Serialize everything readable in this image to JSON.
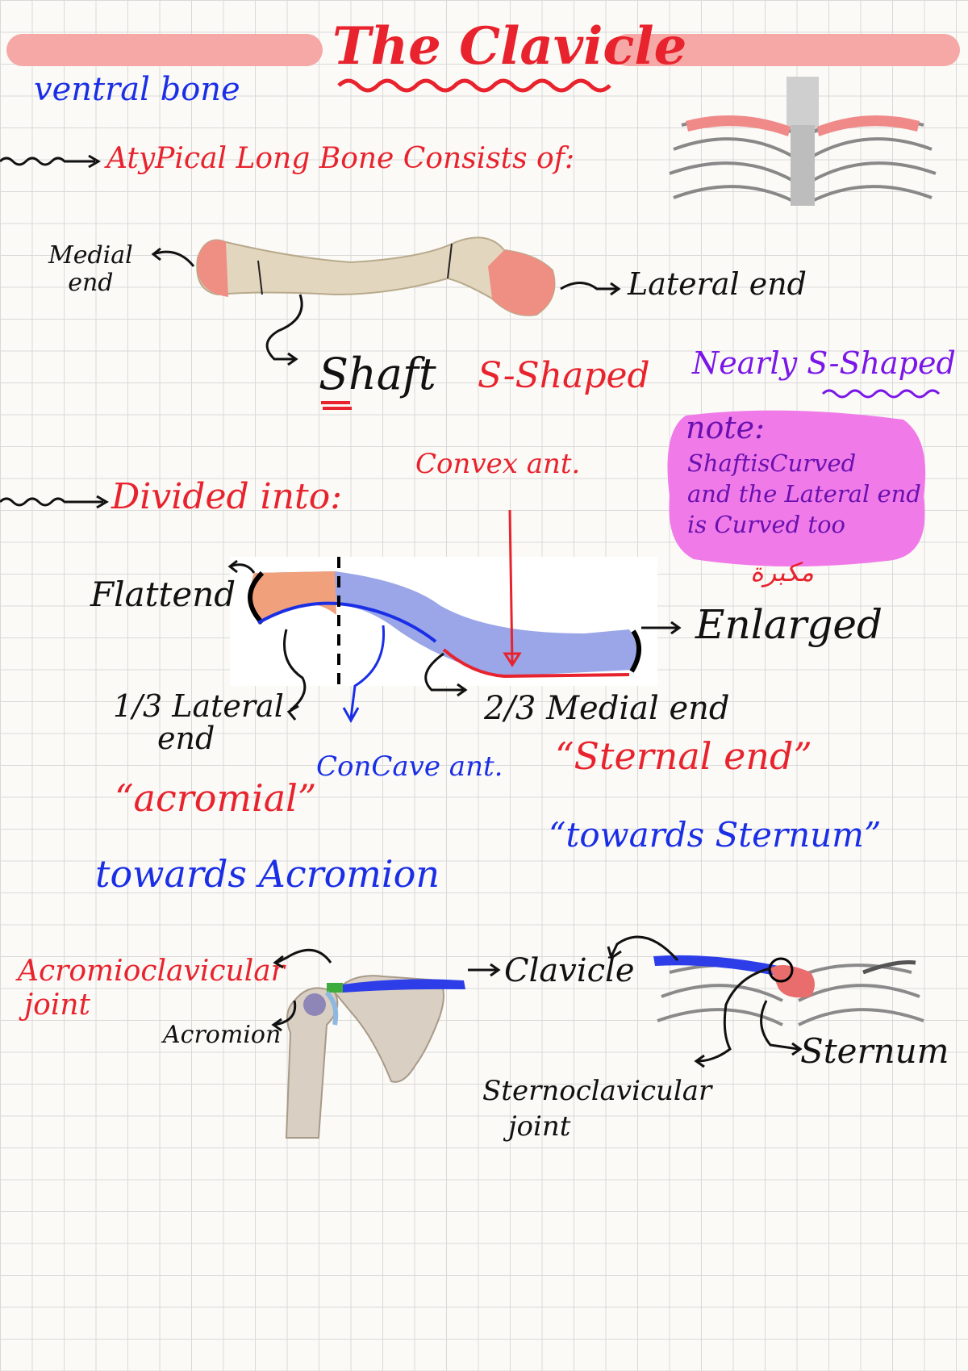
{
  "page": {
    "title": "The Clavicle",
    "ventral": "ventral bone",
    "atypical": "AtyPical Long Bone Consists of:",
    "medial_end": [
      "Medial",
      "end"
    ],
    "lateral_end": "Lateral end",
    "shaft": "Shaft",
    "s_shaped": "S-Shaped",
    "nearly": "Nearly S-Shaped",
    "note": {
      "title": "note:",
      "lines": [
        "ShaftisCurved",
        "and the Lateral end",
        "is Curved too"
      ]
    },
    "divided": "Divided into:",
    "convex": "Convex ant.",
    "arabic": "مكبرة",
    "flat": "Flattend",
    "enlarged": "Enlarged",
    "lateral_third": [
      "1/3 Lateral",
      "end"
    ],
    "acromial": "“acromial”",
    "toward_acromion": "towards Acromion",
    "concave": "ConCave ant.",
    "medial_two_thirds": "2/3 Medial end",
    "sternal_end": "“Sternal end”",
    "toward_sternum": "“towards Sternum”",
    "ac_joint": [
      "Acromioclavicular",
      "joint"
    ],
    "acromion": "Acromion",
    "clavicle": "Clavicle",
    "sternum": "Sternum",
    "sc_joint": [
      "Sternoclavicular",
      "joint"
    ]
  }
}
